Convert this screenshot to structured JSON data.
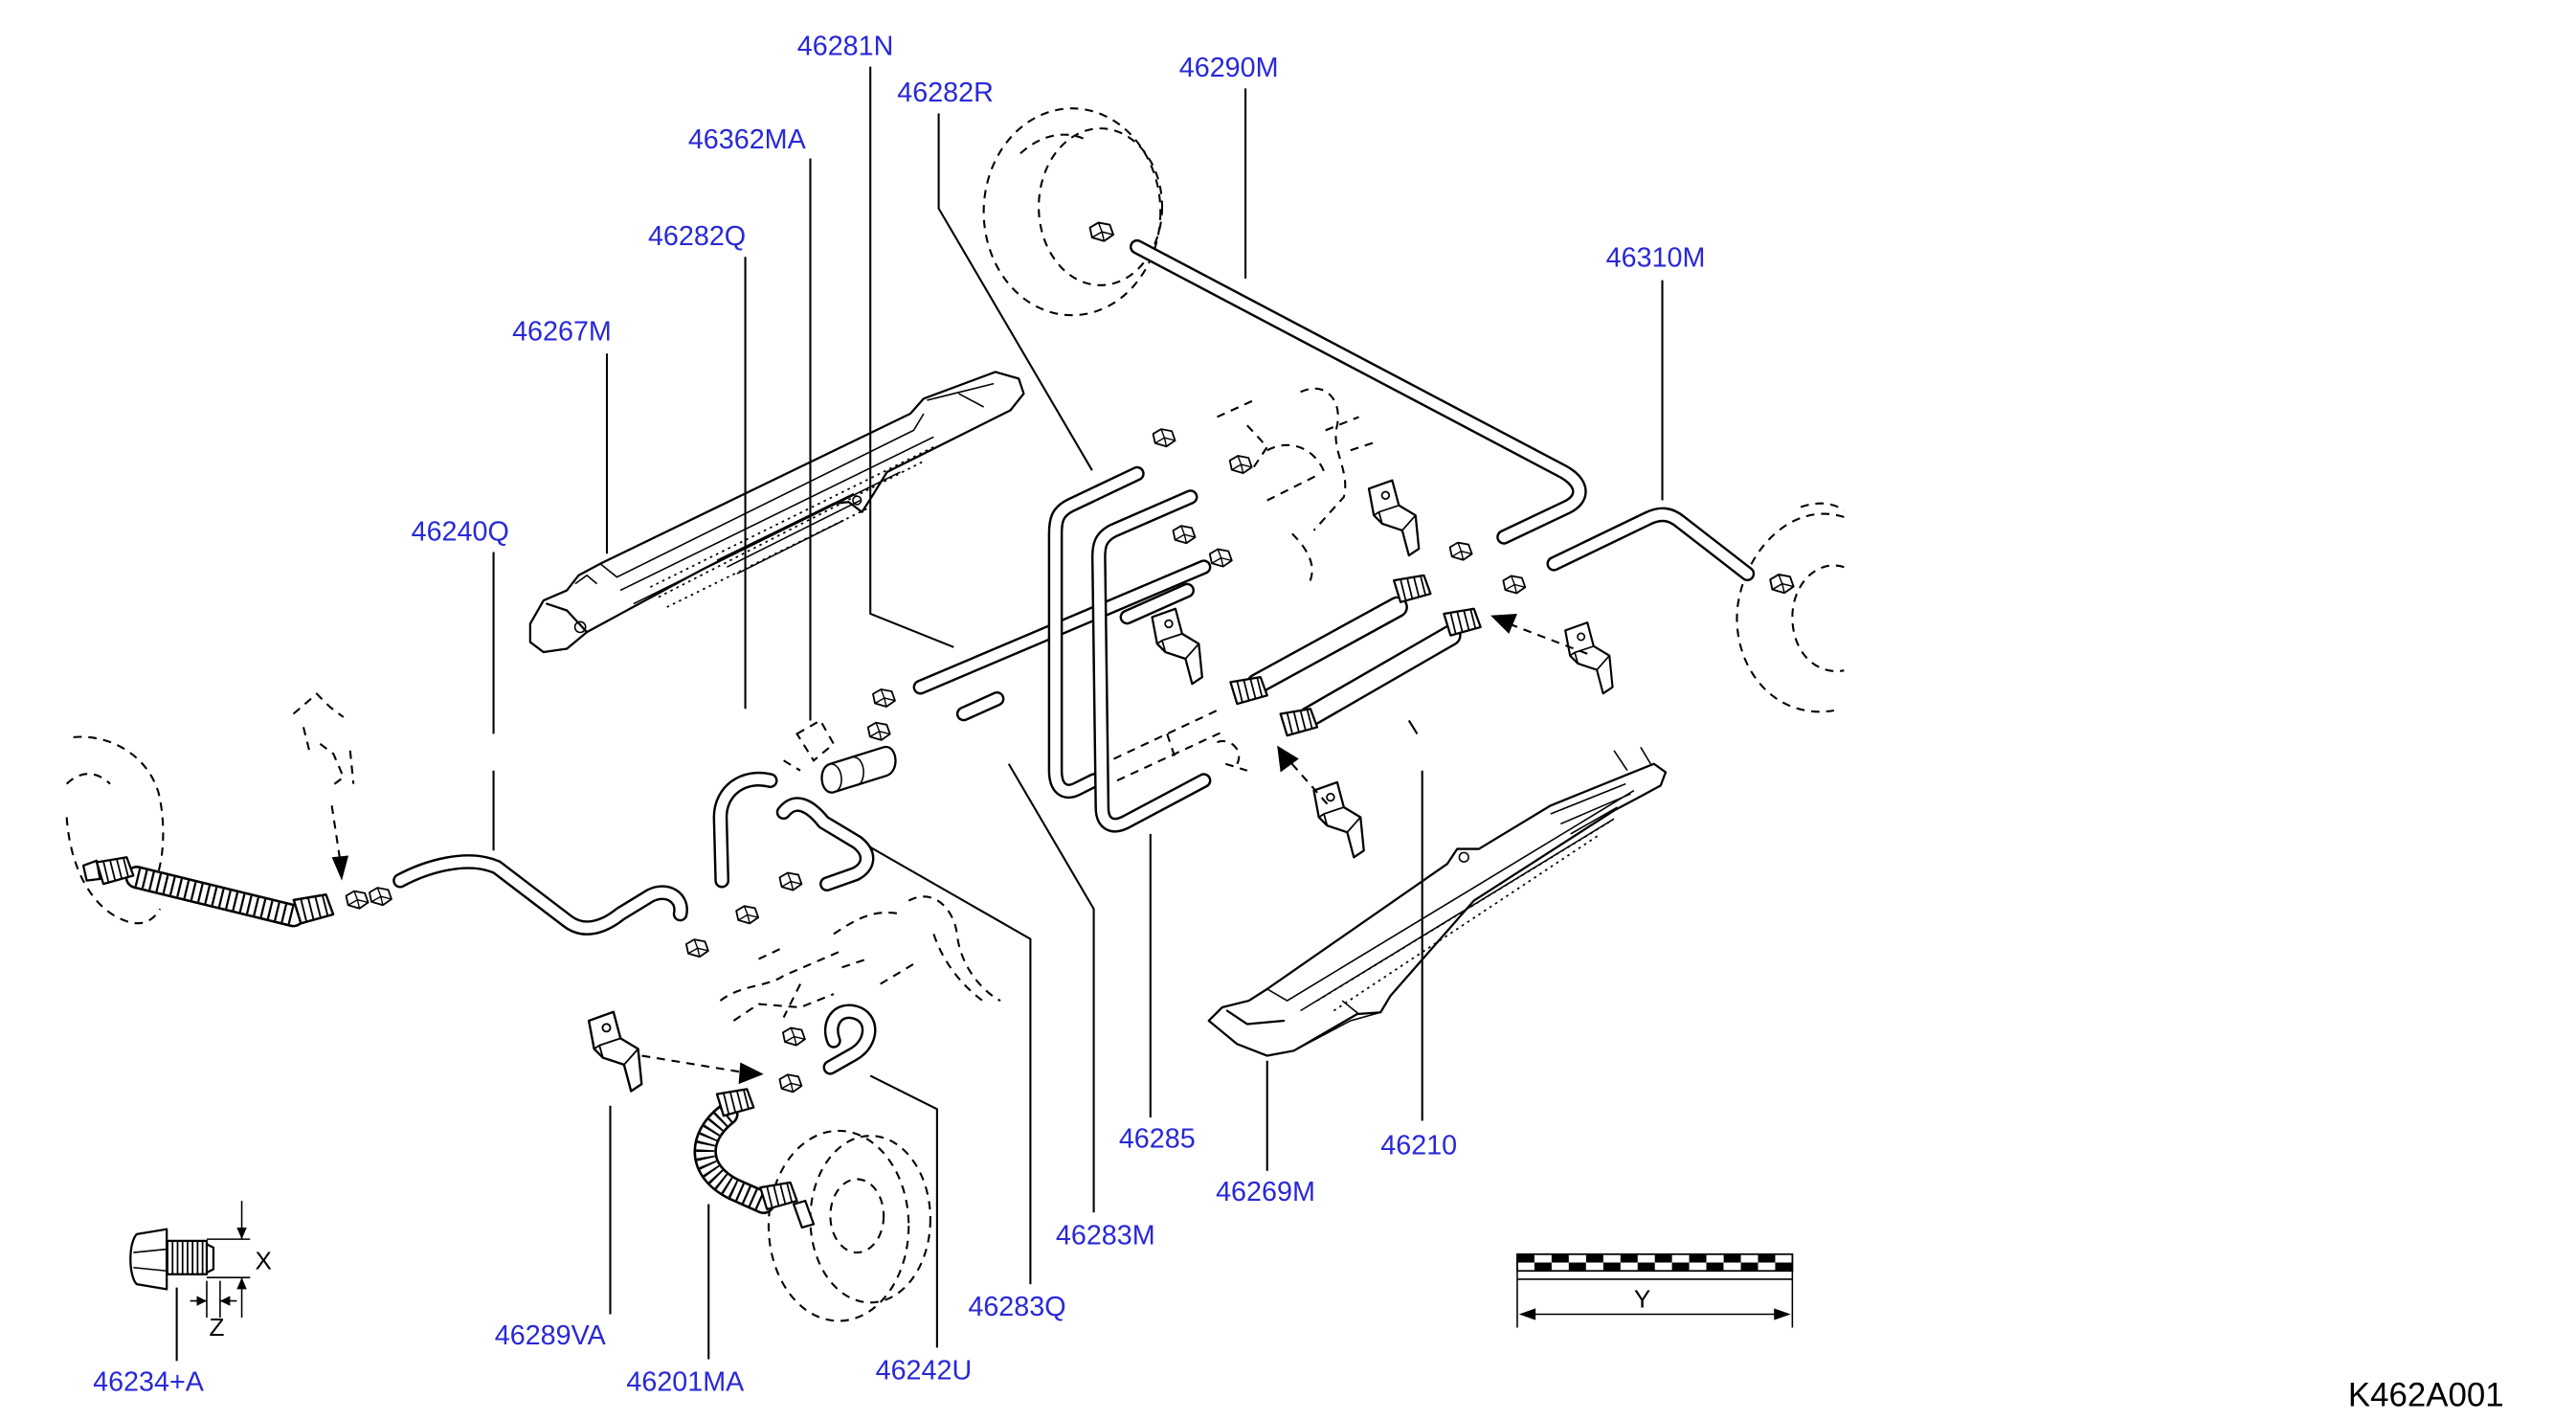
{
  "callouts": [
    "46281N",
    "46282R",
    "46290M",
    "46362MA",
    "46282Q",
    "46310M",
    "46267M",
    "46240Q",
    "46285",
    "46210",
    "46269M",
    "46283M",
    "46283Q",
    "46289VA",
    "46201MA",
    "46242U",
    "46234+A"
  ],
  "dimensions": {
    "x": "X",
    "z": "Z",
    "y": "Y"
  },
  "diagram_code": "K462A001",
  "colors": {
    "callout_text": "#2828d8",
    "line_art": "#000000",
    "background": "#ffffff"
  }
}
